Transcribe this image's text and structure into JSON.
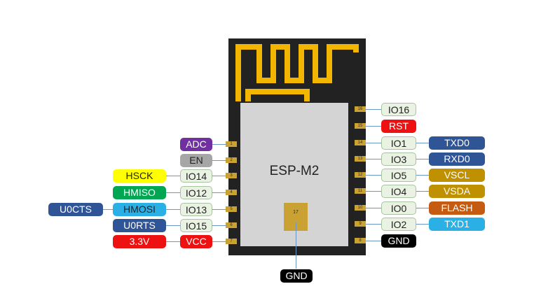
{
  "module": {
    "name": "ESP-M2",
    "center_pad_number": "17",
    "ground_label": "GND"
  },
  "left_pins": [
    {
      "num": "1",
      "name": "ADC",
      "alt": null
    },
    {
      "num": "2",
      "name": "EN",
      "alt": null
    },
    {
      "num": "3",
      "name": "IO14",
      "alt": "HSCK",
      "alt2": null
    },
    {
      "num": "4",
      "name": "IO12",
      "alt": "HMISO",
      "alt2": null
    },
    {
      "num": "5",
      "name": "IO13",
      "alt": "HMOSI",
      "alt2": "U0CTS"
    },
    {
      "num": "6",
      "name": "IO15",
      "alt": "U0RTS",
      "alt2": null
    },
    {
      "num": "7",
      "name": "VCC",
      "alt": "3.3V",
      "alt2": null
    }
  ],
  "right_pins": [
    {
      "num": "16",
      "name": "IO16",
      "alt": null
    },
    {
      "num": "15",
      "name": "RST",
      "alt": null
    },
    {
      "num": "14",
      "name": "IO1",
      "alt": "TXD0"
    },
    {
      "num": "13",
      "name": "IO3",
      "alt": "RXD0"
    },
    {
      "num": "12",
      "name": "IO5",
      "alt": "VSCL"
    },
    {
      "num": "11",
      "name": "IO4",
      "alt": "VSDA"
    },
    {
      "num": "10",
      "name": "IO0",
      "alt": "FLASH"
    },
    {
      "num": "9",
      "name": "IO2",
      "alt": "TXD1"
    },
    {
      "num": "8",
      "name": "GND",
      "alt": null
    }
  ],
  "colors": {
    "board": "#222222",
    "shield": "#d4d4d4",
    "antenna": "#f2b600",
    "pad": "#c9a233",
    "purple": "#7030a0",
    "gray": "#a6a6a6",
    "yellow": "#ffff00",
    "green": "#00a651",
    "cyan": "#2bb0e6",
    "navy": "#2f5597",
    "red": "#ee1111",
    "black": "#000000",
    "olive": "#bf9000",
    "orange": "#c55a11"
  }
}
